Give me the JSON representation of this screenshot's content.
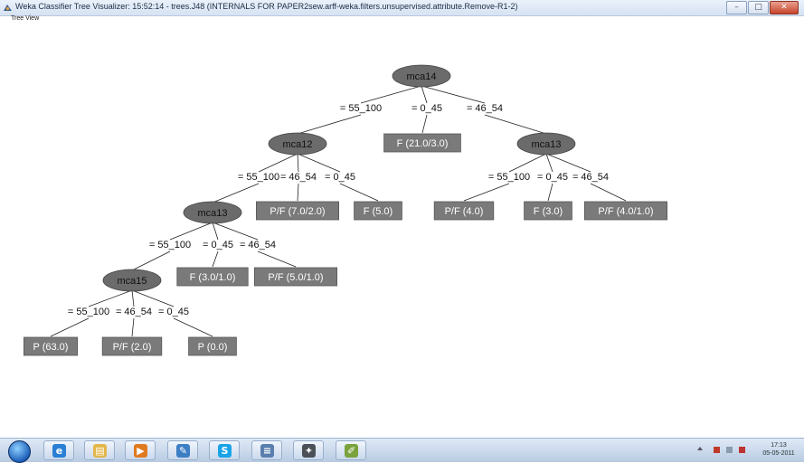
{
  "window": {
    "title": "Weka Classifier Tree Visualizer: 15:52:14 - trees.J48 (INTERNALS FOR PAPER2sew.arff-weka.filters.unsupervised.attribute.Remove-R1-2)",
    "menu_label": "Tree View",
    "controls": {
      "minimize": "–",
      "maximize": "□",
      "close": "✕"
    }
  },
  "tree": {
    "nodes": [
      {
        "id": "root",
        "label": "mca14",
        "kind": "node"
      },
      {
        "id": "n12",
        "label": "mca12",
        "kind": "node"
      },
      {
        "id": "leafA",
        "label": "F (21.0/3.0)",
        "kind": "leaf"
      },
      {
        "id": "n13r",
        "label": "mca13",
        "kind": "node"
      },
      {
        "id": "n13l",
        "label": "mca13",
        "kind": "node"
      },
      {
        "id": "leafB",
        "label": "P/F (7.0/2.0)",
        "kind": "leaf"
      },
      {
        "id": "leafC",
        "label": "F (5.0)",
        "kind": "leaf"
      },
      {
        "id": "leafD",
        "label": "P/F (4.0)",
        "kind": "leaf"
      },
      {
        "id": "leafE",
        "label": "F (3.0)",
        "kind": "leaf"
      },
      {
        "id": "leafF",
        "label": "P/F (4.0/1.0)",
        "kind": "leaf"
      },
      {
        "id": "n15",
        "label": "mca15",
        "kind": "node"
      },
      {
        "id": "leafG",
        "label": "F (3.0/1.0)",
        "kind": "leaf"
      },
      {
        "id": "leafH",
        "label": "P/F (5.0/1.0)",
        "kind": "leaf"
      },
      {
        "id": "leafI",
        "label": "P (63.0)",
        "kind": "leaf"
      },
      {
        "id": "leafJ",
        "label": "P/F (2.0)",
        "kind": "leaf"
      },
      {
        "id": "leafK",
        "label": "P (0.0)",
        "kind": "leaf"
      }
    ],
    "edges": [
      {
        "from": "root",
        "to": "n12",
        "label": "= 55_100"
      },
      {
        "from": "root",
        "to": "leafA",
        "label": "= 0_45"
      },
      {
        "from": "root",
        "to": "n13r",
        "label": "= 46_54"
      },
      {
        "from": "n12",
        "to": "n13l",
        "label": "= 55_100"
      },
      {
        "from": "n12",
        "to": "leafB",
        "label": "= 46_54"
      },
      {
        "from": "n12",
        "to": "leafC",
        "label": "= 0_45"
      },
      {
        "from": "n13r",
        "to": "leafD",
        "label": "= 55_100"
      },
      {
        "from": "n13r",
        "to": "leafE",
        "label": "= 0_45"
      },
      {
        "from": "n13r",
        "to": "leafF",
        "label": "= 46_54"
      },
      {
        "from": "n13l",
        "to": "n15",
        "label": "= 55_100"
      },
      {
        "from": "n13l",
        "to": "leafG",
        "label": "= 0_45"
      },
      {
        "from": "n13l",
        "to": "leafH",
        "label": "= 46_54"
      },
      {
        "from": "n15",
        "to": "leafI",
        "label": "= 55_100"
      },
      {
        "from": "n15",
        "to": "leafJ",
        "label": "= 46_54"
      },
      {
        "from": "n15",
        "to": "leafK",
        "label": "= 0_45"
      }
    ]
  },
  "taskbar": {
    "apps": [
      {
        "name": "internet-explorer-icon",
        "glyph": "e",
        "color": "#2a7fd4"
      },
      {
        "name": "file-explorer-icon",
        "glyph": "▤",
        "color": "#e3b64a"
      },
      {
        "name": "media-player-icon",
        "glyph": "▶",
        "color": "#e07a1f"
      },
      {
        "name": "paint-icon",
        "glyph": "✎",
        "color": "#3d7fc4"
      },
      {
        "name": "skype-icon",
        "glyph": "S",
        "color": "#1aa3e8"
      },
      {
        "name": "document-icon",
        "glyph": "≡",
        "color": "#5a7fae"
      },
      {
        "name": "weka-icon",
        "glyph": "✦",
        "color": "#4b4f57"
      },
      {
        "name": "brush-app-icon",
        "glyph": "✐",
        "color": "#7aa23d"
      }
    ],
    "clock_time": "17:13",
    "clock_date": "05-05-2011"
  }
}
